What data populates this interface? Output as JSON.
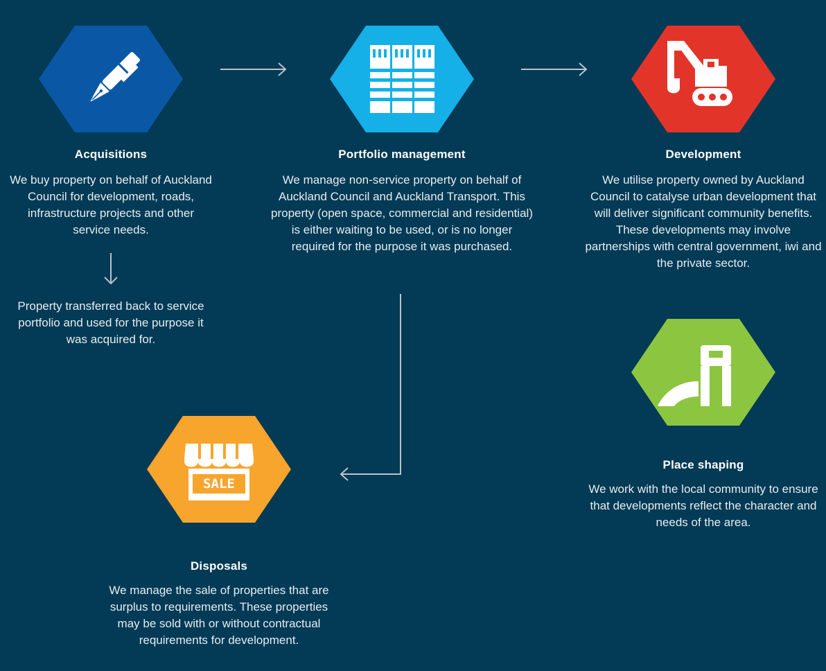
{
  "colors": {
    "background": "#033a55",
    "acquisitions": "#0a58a5",
    "portfolio": "#15b0e8",
    "development": "#e3342a",
    "place_shaping": "#8cc540",
    "disposals": "#f7a52c",
    "arrow": "#b8c5cd"
  },
  "nodes": {
    "acquisitions": {
      "icon": "fountain-pen-icon",
      "title": "Acquisitions",
      "description": "We buy property on behalf of Auckland Council for development, roads, infrastructure projects and other service needs."
    },
    "acquisitions_outcome": {
      "description": "Property transferred back to service portfolio and used for the purpose it was acquired for."
    },
    "portfolio": {
      "icon": "buildings-icon",
      "title": "Portfolio management",
      "description": "We manage non-service property on behalf of Auckland Council and Auckland Transport. This property (open space, commercial and residential) is either waiting to be used, or is no longer required for the purpose it was purchased."
    },
    "development": {
      "icon": "excavator-icon",
      "title": "Development",
      "description": "We utilise property owned by Auckland Council to catalyse urban development that will deliver significant community benefits. These developments may involve partnerships with central government, iwi and the private sector."
    },
    "place_shaping": {
      "icon": "playground-slide-icon",
      "title": "Place shaping",
      "description": "We work with the local community to ensure that developments reflect the character and needs of the area."
    },
    "disposals": {
      "icon": "sale-shop-icon",
      "title": "Disposals",
      "sale_label": "SALE",
      "description": "We manage the sale of properties that are surplus to requirements. These properties may be sold with or without contractual requirements for development."
    }
  }
}
